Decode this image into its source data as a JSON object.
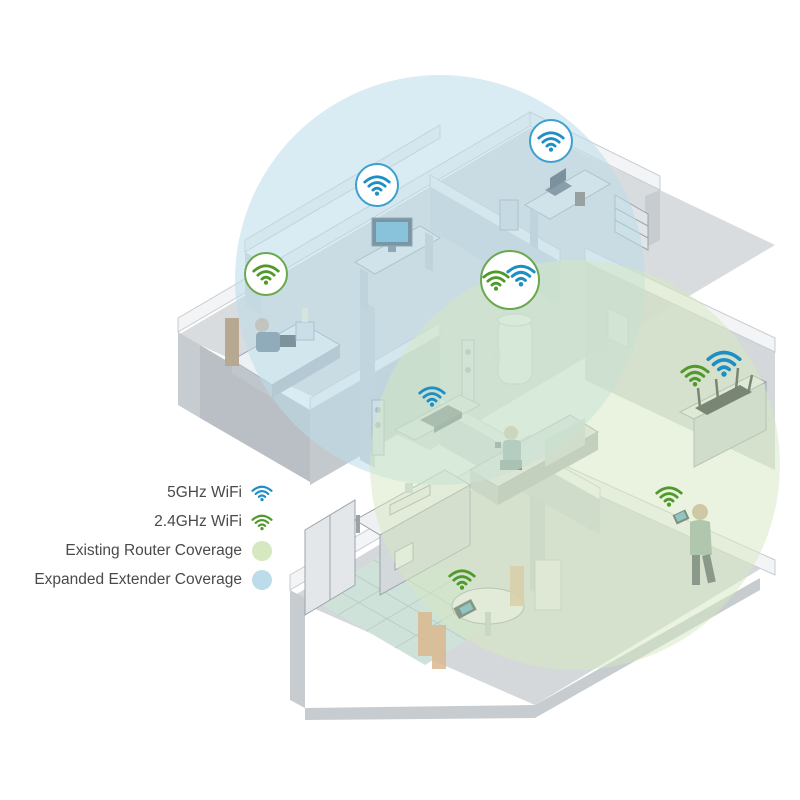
{
  "legend": {
    "items": [
      {
        "label": "5GHz WiFi",
        "symbol": "wifi-5ghz-icon"
      },
      {
        "label": "2.4GHz WiFi",
        "symbol": "wifi-24ghz-icon"
      },
      {
        "label": "Existing Router Coverage",
        "symbol": "router-coverage-swatch"
      },
      {
        "label": "Expanded Extender Coverage",
        "symbol": "extender-coverage-swatch"
      }
    ]
  },
  "colors": {
    "wifi_5ghz": "#1e8fc4",
    "wifi_24ghz": "#4f9a2b",
    "router_coverage": "#d6e8bf",
    "extender_coverage": "#bcdcea",
    "wall_top": "#f1f3f4",
    "wall_side": "#c7ccd0",
    "floor": "#d9dcde"
  }
}
